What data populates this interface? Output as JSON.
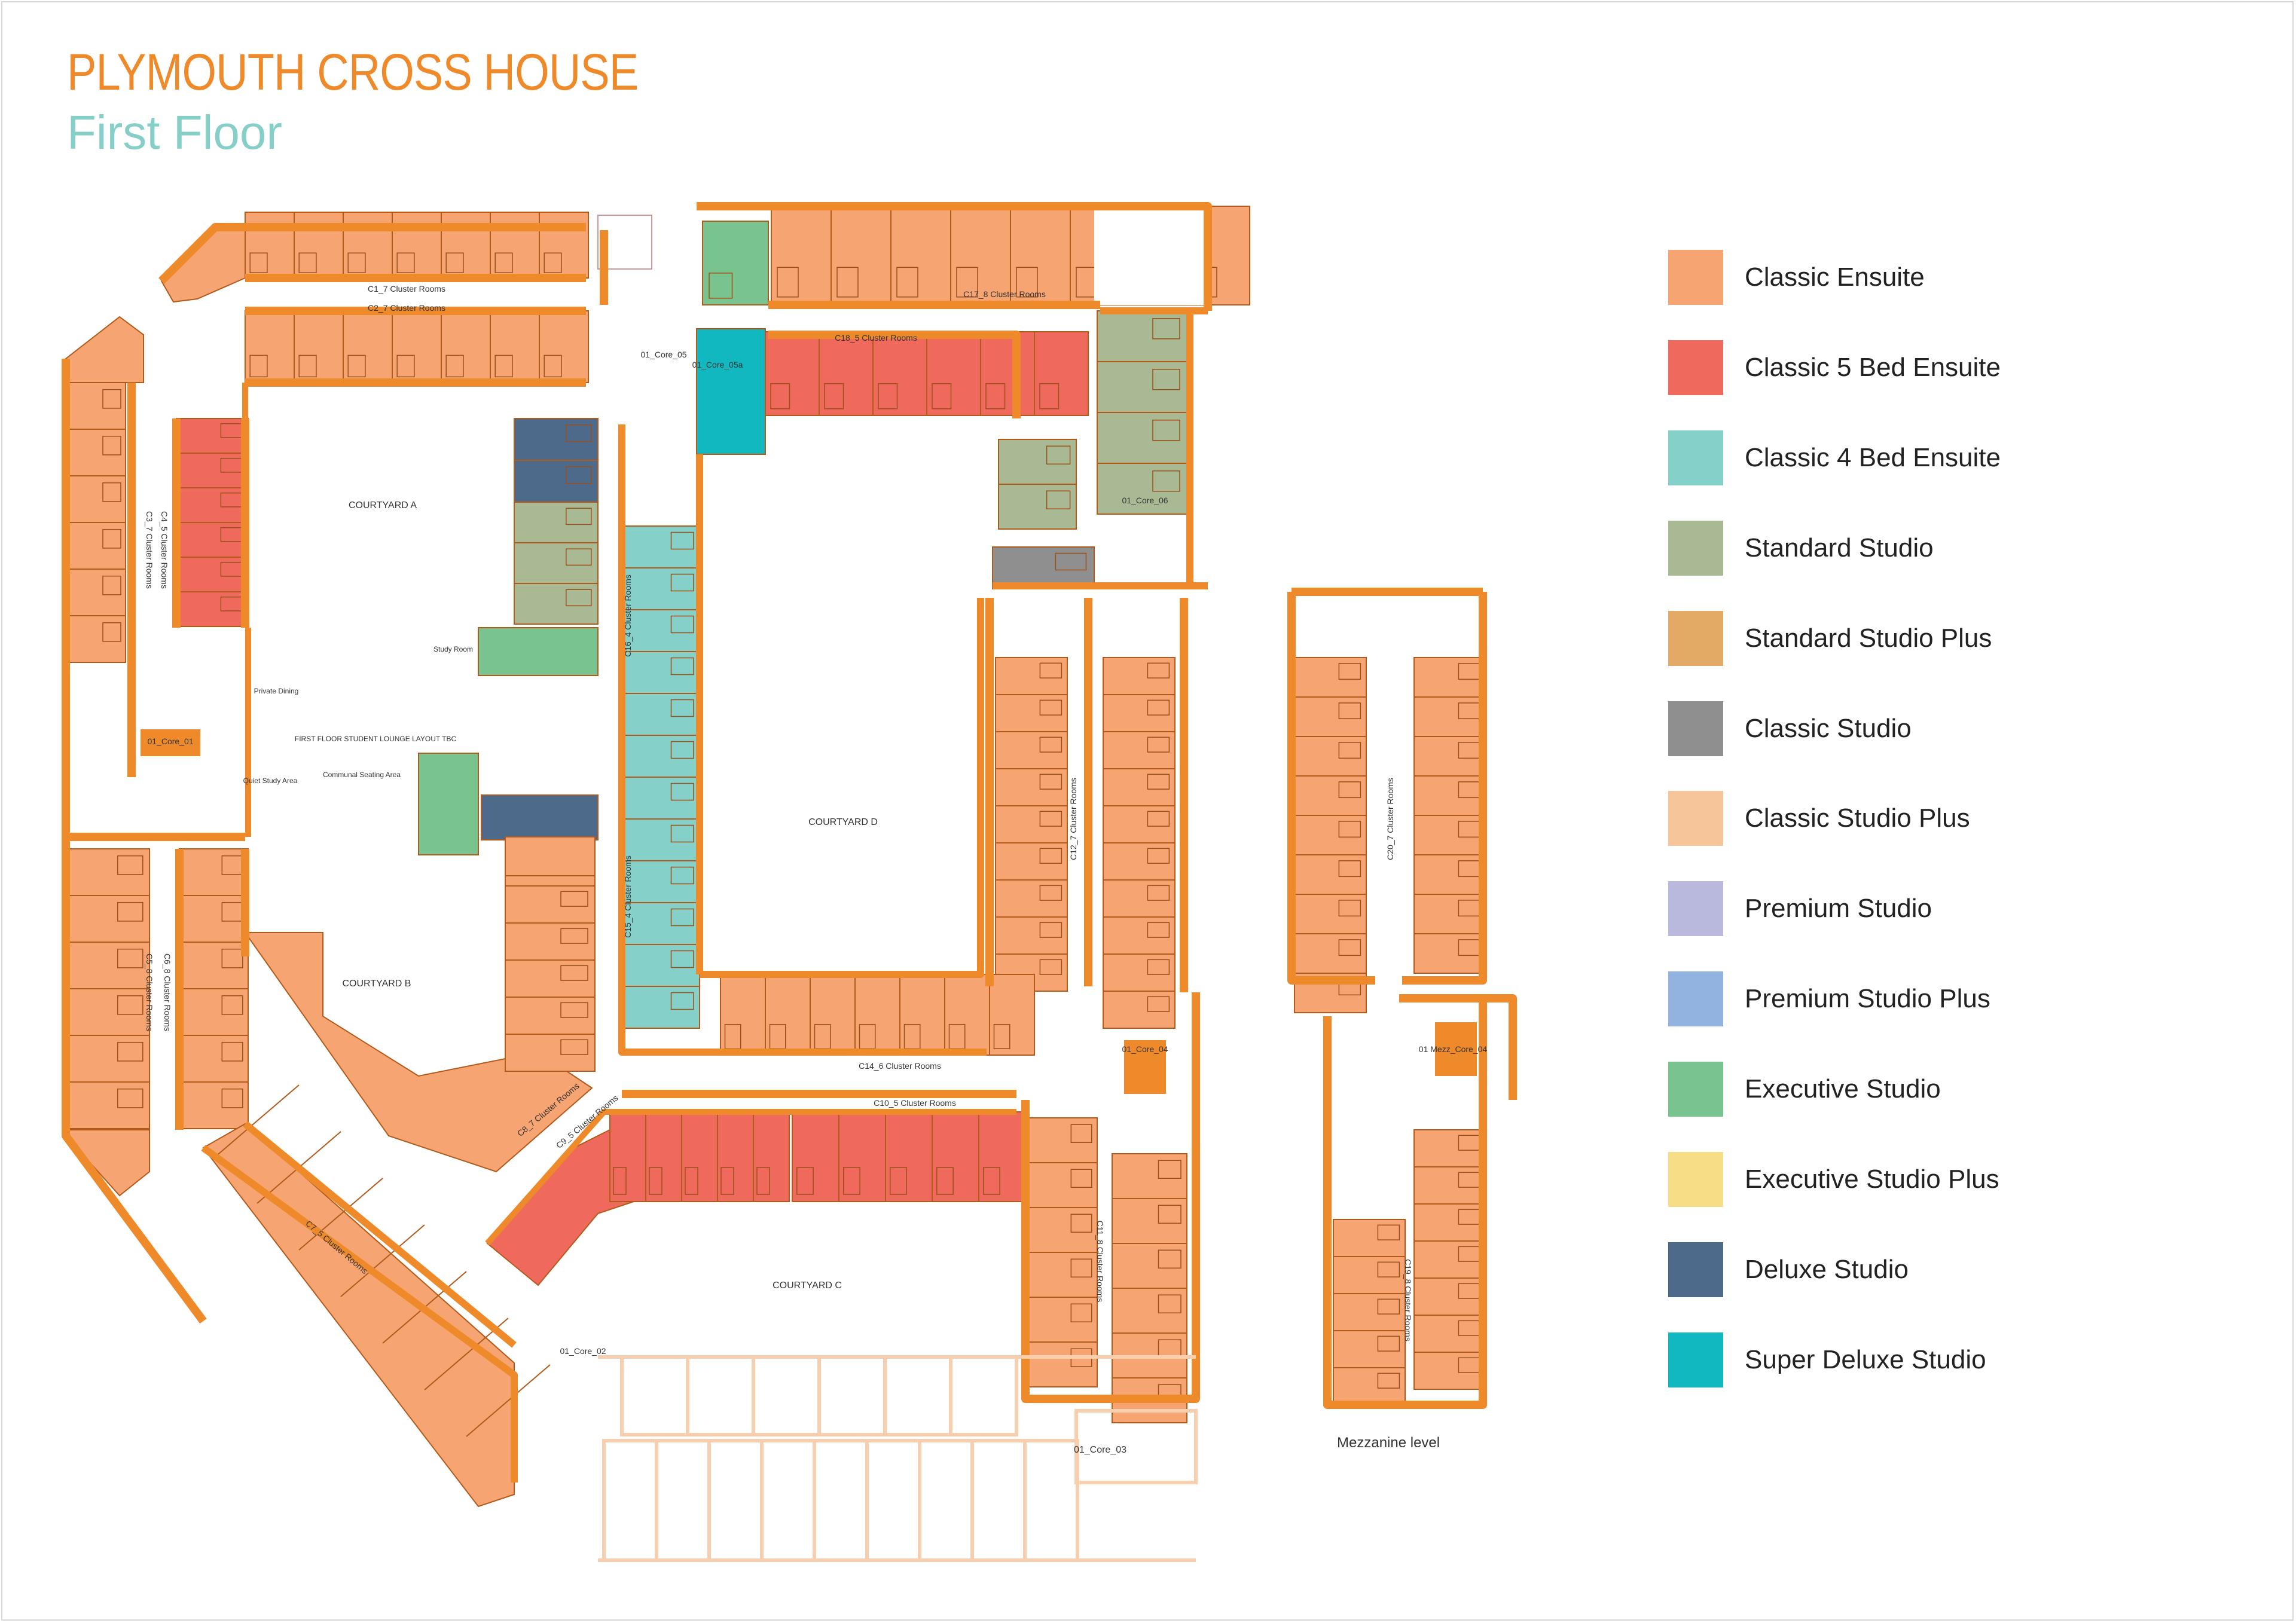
{
  "header": {
    "title": "PLYMOUTH CROSS HOUSE",
    "subtitle": "First Floor"
  },
  "colors": {
    "wall": "#ef8a2a",
    "classic_ensuite": "#f6a572",
    "classic_5_bed": "#ef6a5d",
    "classic_4_bed": "#85d0c9",
    "standard_studio": "#a8b994",
    "classic_studio": "#8f8f8f",
    "deluxe_studio": "#4e6a8a",
    "super_deluxe": "#11b8bf",
    "executive_studio": "#79c48e",
    "common": "#ffffff",
    "outline": "#f7cfae"
  },
  "legend": [
    {
      "label": "Classic Ensuite",
      "color": "#f6a572"
    },
    {
      "label": "Classic 5 Bed Ensuite",
      "color": "#ef6a5d"
    },
    {
      "label": "Classic 4 Bed Ensuite",
      "color": "#85d0c9"
    },
    {
      "label": "Standard Studio",
      "color": "#a8b994"
    },
    {
      "label": "Standard Studio Plus",
      "color": "#e2aa64"
    },
    {
      "label": "Classic Studio",
      "color": "#8f8f8f"
    },
    {
      "label": "Classic Studio Plus",
      "color": "#f6c59a"
    },
    {
      "label": "Premium Studio",
      "color": "#b9b9dd"
    },
    {
      "label": "Premium Studio Plus",
      "color": "#92b2e0"
    },
    {
      "label": "Executive Studio",
      "color": "#79c48e"
    },
    {
      "label": "Executive Studio Plus",
      "color": "#f7dd86"
    },
    {
      "label": "Deluxe Studio",
      "color": "#4e6a8a"
    },
    {
      "label": "Super Deluxe Studio",
      "color": "#11b8bf"
    }
  ],
  "labels": {
    "courtyard_a": "COURTYARD A",
    "courtyard_b": "COURTYARD B",
    "courtyard_c": "COURTYARD C",
    "courtyard_d": "COURTYARD D",
    "c1": "C1_7 Cluster Rooms",
    "c2": "C2_7 Cluster Rooms",
    "c3": "C3_7 Cluster Rooms",
    "c4": "C4_5 Cluster Rooms",
    "c5": "C5_8 Cluster Rooms",
    "c6": "C6_8 Cluster Rooms",
    "c7": "C7_5 Cluster Rooms",
    "c8": "C8_7 Cluster Rooms",
    "c9": "C9_5 Cluster Rooms",
    "c10": "C10_5 Cluster Rooms",
    "c11": "C11_8 Cluster Rooms",
    "c12": "C12_7 Cluster Rooms",
    "c14": "C14_6 Cluster Rooms",
    "c15": "C15_4 Cluster Rooms",
    "c16": "C16_4 Cluster Rooms",
    "c17": "C17_8 Cluster Rooms",
    "c18": "C18_5 Cluster Rooms",
    "c19": "C19_8 Cluster Rooms",
    "c20": "C20_7 Cluster Rooms",
    "core_05": "01_Core_05",
    "core_05a": "01_Core_05a",
    "core_06": "01_Core_06",
    "core_04": "01_Core_04",
    "core_03": "01_Core_03",
    "core_02": "01_Core_02",
    "core_01": "01_Core_01",
    "mezz_core": "01 Mezz_Core_04",
    "study_room": "Study Room",
    "private_dining": "Private Dining",
    "quiet_study": "Quiet Study Area",
    "communal_seating": "Communal Seating Area",
    "first_floor_layout": "FIRST FLOOR STUDENT LOUNGE LAYOUT TBC",
    "mezzanine_level": "Mezzanine level"
  }
}
